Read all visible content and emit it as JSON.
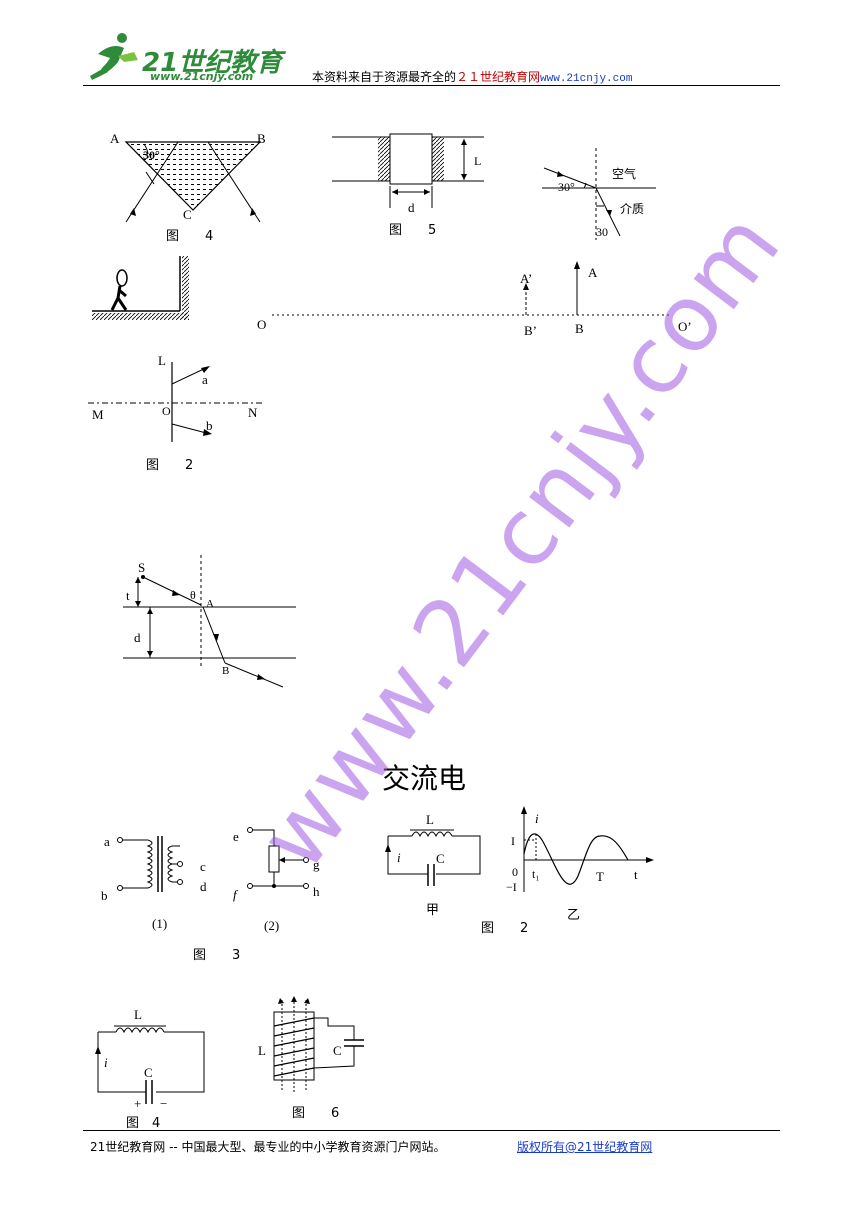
{
  "header": {
    "logo_main": "21世纪教育",
    "logo_sub": "www.21cnjy.com",
    "source_prefix": "本资料来自于资源最齐全的",
    "source_red": "２１世纪教育网",
    "source_url": "www.21cnjy.com"
  },
  "fig_prism": {
    "A": "A",
    "B": "B",
    "C": "C",
    "angle": "30°",
    "caption": "图　　4"
  },
  "fig_block": {
    "L": "L",
    "d": "d",
    "caption": "图　　5"
  },
  "fig_refraction": {
    "air": "空气",
    "medium": "介质",
    "angle_top": "30°",
    "angle_bottom": "30"
  },
  "fig_axis": {
    "O": "O",
    "O2": "O’",
    "A": "A",
    "A2": "A’",
    "B": "B",
    "B2": "B’"
  },
  "fig_mirror": {
    "L": "L",
    "a": "a",
    "b": "b",
    "M": "M",
    "N": "N",
    "O": "O",
    "caption": "图　　2"
  },
  "fig_slab": {
    "S": "S",
    "t": "t",
    "theta": "θ",
    "A": "A",
    "d": "d",
    "B": "B"
  },
  "section_title": "交流电",
  "fig_transformer": {
    "a": "a",
    "b": "b",
    "c": "c",
    "d": "d",
    "e": "e",
    "f": "f",
    "g": "g",
    "h": "h",
    "cap1": "(1)",
    "cap2": "(2)",
    "caption": "图　　3"
  },
  "fig_lc": {
    "L": "L",
    "C": "C",
    "i": "i",
    "jia": "甲",
    "yi": "乙",
    "caption": "图　　2"
  },
  "fig_wave": {
    "i": "i",
    "I": "I",
    "zero": "0",
    "negI": "−I",
    "t1": "t₁",
    "T": "T",
    "t": "t"
  },
  "fig_lc4": {
    "L": "L",
    "C": "C",
    "i": "i",
    "plus": "+",
    "minus": "−",
    "caption": "图　4"
  },
  "fig_coil": {
    "L": "L",
    "C": "C",
    "caption": "图　　6"
  },
  "watermark": "www.21cnjy.com",
  "footer": {
    "left": "21世纪教育网 -- 中国最大型、最专业的中小学教育资源门户网站。",
    "right": "版权所有@21世纪教育网"
  }
}
